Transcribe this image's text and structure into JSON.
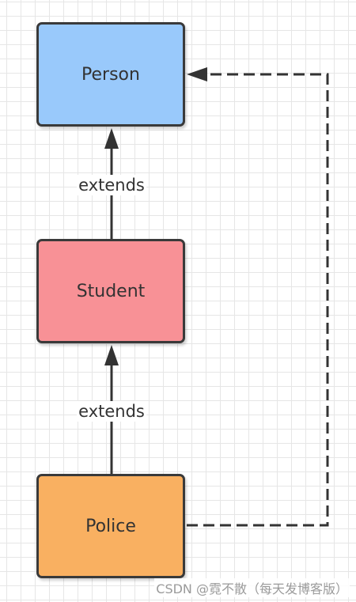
{
  "colors": {
    "person_fill": "#99c9fb",
    "student_fill": "#f89196",
    "police_fill": "#f9b061",
    "stroke": "#3a3a3a"
  },
  "nodes": {
    "person": {
      "label": "Person"
    },
    "student": {
      "label": "Student"
    },
    "police": {
      "label": "Police"
    }
  },
  "edges": {
    "student_to_person": {
      "label": "extends",
      "style": "solid"
    },
    "police_to_student": {
      "label": "extends",
      "style": "solid"
    },
    "police_to_person": {
      "label": "",
      "style": "dashed"
    }
  },
  "watermark": "CSDN @霓不散（每天发博客版）"
}
